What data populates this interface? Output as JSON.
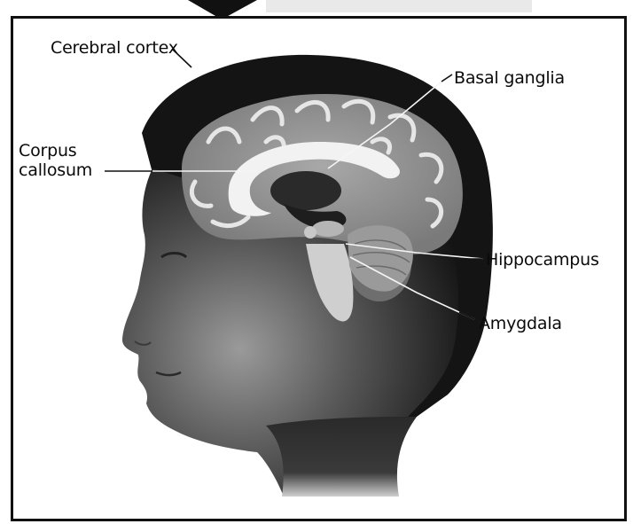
{
  "diagram": {
    "labels": {
      "cerebral_cortex": "Cerebral cortex",
      "basal_ganglia": "Basal ganglia",
      "corpus_callosum_line1": "Corpus",
      "corpus_callosum_line2": "callosum",
      "hippocampus": "Hippocampus",
      "amygdala": "Amygdala"
    },
    "colors": {
      "ink": "#111111",
      "head": "#1a1a1a",
      "brain_gray": "#8a8a8a",
      "corpus_callosum": "#f2f2f2",
      "background": "#ffffff"
    }
  }
}
